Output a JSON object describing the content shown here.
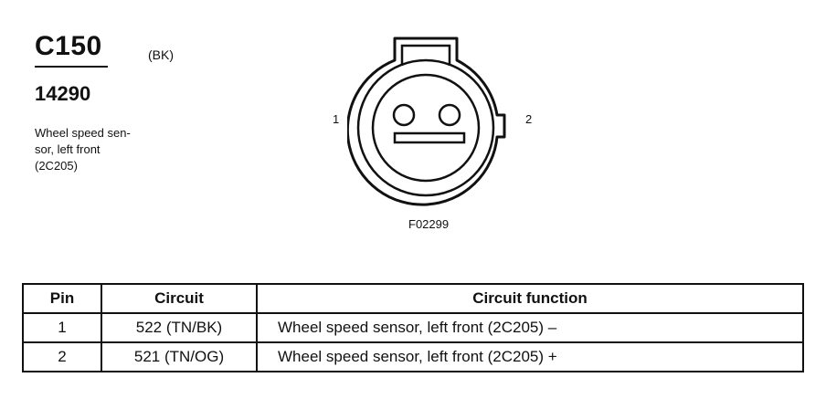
{
  "connector": {
    "id": "C150",
    "color": "(BK)",
    "part_number": "14290",
    "description_lines": [
      "Wheel speed sen-",
      "sor, left front",
      "(2C205)"
    ]
  },
  "diagram": {
    "pin_labels": [
      "1",
      "2"
    ],
    "figure_id": "F02299"
  },
  "table": {
    "headers": [
      "Pin",
      "Circuit",
      "Circuit function"
    ],
    "rows": [
      [
        "1",
        "522 (TN/BK)",
        "Wheel speed sensor, left front (2C205) –"
      ],
      [
        "2",
        "521 (TN/OG)",
        "Wheel speed sensor, left front (2C205) +"
      ]
    ]
  }
}
